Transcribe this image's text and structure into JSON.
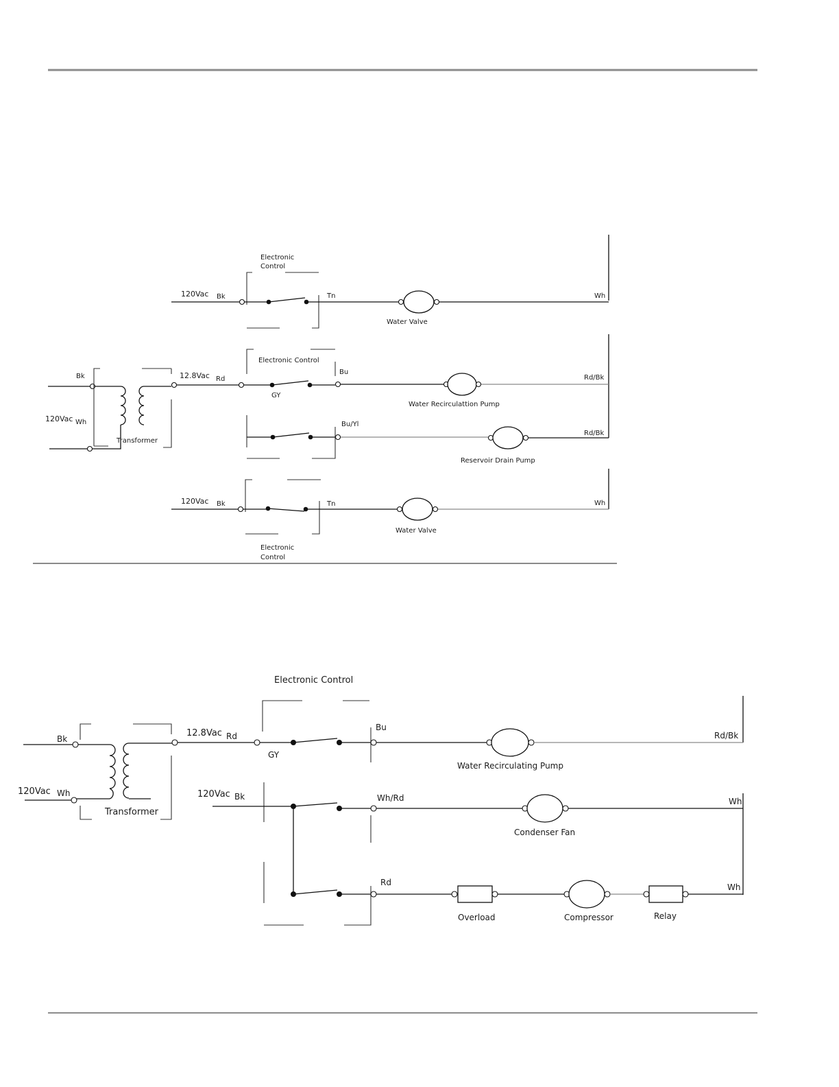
{
  "diagram1": {
    "rows": [
      {
        "control_label": [
          "Electronic",
          "Control"
        ],
        "voltage": "120Vac",
        "in_wire": "Bk",
        "out_wire": "Tn",
        "load": "Water Valve",
        "return_wire": "Wh"
      },
      {
        "control_label": "Electronic Control",
        "voltage": "12.8Vac",
        "in_wire": "Rd",
        "switch_label": "GY",
        "out_wire": "Bu",
        "load": "Water Recirculattion Pump",
        "return_wire": "Rd/Bk"
      },
      {
        "out_wire": "Bu/Yl",
        "load": "Reservoir Drain Pump",
        "return_wire": "Rd/Bk"
      },
      {
        "control_label": [
          "Electronic",
          "Control"
        ],
        "voltage": "120Vac",
        "in_wire": "Bk",
        "out_wire": "Tn",
        "load": "Water Valve",
        "return_wire": "Wh"
      }
    ],
    "transformer": {
      "label": "Transformer",
      "primary_top_wire": "Bk",
      "primary_voltage": "120Vac",
      "primary_bottom_wire": "Wh"
    }
  },
  "diagram2": {
    "control_label": "Electronic Control",
    "transformer": {
      "label": "Transformer",
      "primary_top_wire": "Bk",
      "primary_voltage": "120Vac",
      "primary_bottom_wire": "Wh"
    },
    "row1": {
      "voltage": "12.8Vac",
      "in_wire": "Rd",
      "switch_label": "GY",
      "out_wire": "Bu",
      "load": "Water Recirculating Pump",
      "return_wire": "Rd/Bk"
    },
    "row2": {
      "voltage": "120Vac",
      "in_wire": "Bk",
      "out_wire": "Wh/Rd",
      "load": "Condenser Fan",
      "return_wire": "Wh"
    },
    "row3": {
      "out_wire": "Rd",
      "loads": [
        "Overload",
        "Compressor",
        "Relay"
      ],
      "return_wire": "Wh"
    }
  }
}
